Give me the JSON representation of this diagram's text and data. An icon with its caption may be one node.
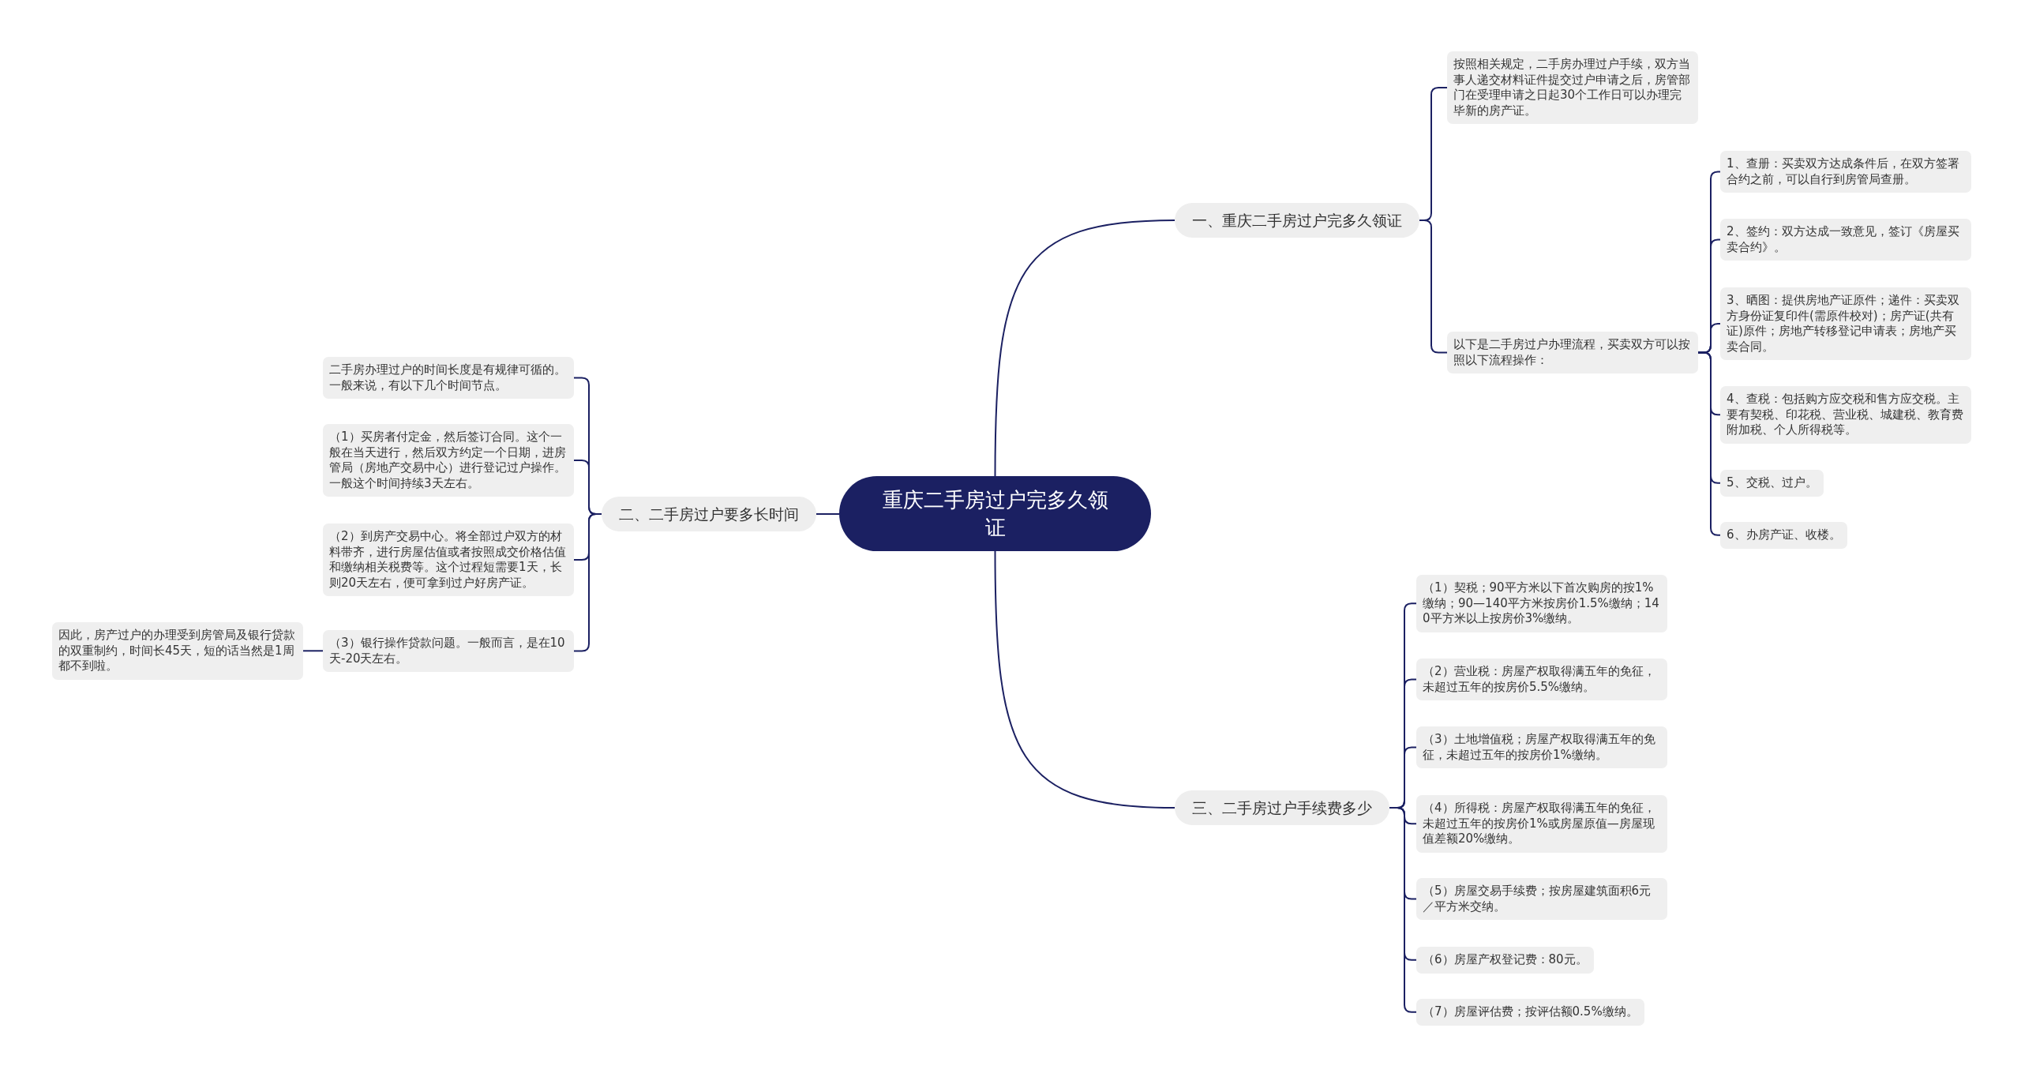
{
  "diagram": {
    "nodes": [
      {
        "text": [
          "重庆二手房过户完多久领证"
        ]
      },
      {
        "text": [
          "一、重庆二手房过户完多久领证"
        ]
      },
      {
        "text": [
          "按照相关规定，二手房办理过户手续，双方当事人递交材料证件提交过户申请之后，房管部门在受理申请之日起30个工作日可以办理完毕新的房产证。"
        ]
      },
      {
        "text": [
          "以下是二手房过户办理流程，买卖双方可以按照以下流程操作："
        ]
      },
      {
        "text": [
          "1、查册：买卖双方达成条件后，在双方签署合约之前，可以自行到房管局查册。"
        ]
      },
      {
        "text": [
          "2、签约：双方达成一致意见，签订《房屋买卖合约》。"
        ]
      },
      {
        "text": [
          "3、晒图：提供房地产证原件；递件：买卖双方身份证复印件(需原件校对)；房产证(共有证)原件；房地产转移登记申请表；房地产买卖合同。"
        ]
      },
      {
        "text": [
          "4、查税：包括购方应交税和售方应交税。主要有契税、印花税、营业税、城建税、教育费附加税、个人所得税等。"
        ]
      },
      {
        "text": [
          "5、交税、过户。"
        ]
      },
      {
        "text": [
          "6、办房产证、收楼。"
        ]
      },
      {
        "text": [
          "二、二手房过户要多长时间"
        ]
      },
      {
        "text": [
          "二手房办理过户的时间长度是有规律可循的。一般来说，有以下几个时间节点。"
        ]
      },
      {
        "text": [
          "（1）买房者付定金，然后签订合同。这个一般在当天进行，然后双方约定一个日期，进房管局（房地产交易中心）进行登记过户操作。一般这个时间持续3天左右。"
        ]
      },
      {
        "text": [
          "（2）到房产交易中心。将全部过户双方的材料带齐，进行房屋估值或者按照成交价格估值和缴纳相关税费等。这个过程短需要1天，长则20天左右，便可拿到过户好房产证。"
        ]
      },
      {
        "text": [
          "（3）银行操作贷款问题。一般而言，是在10天-20天左右。"
        ]
      },
      {
        "text": [
          "因此，房产过户的办理受到房管局及银行贷款的双重制约，时间长45天，短的话当然是1周都不到啦。"
        ]
      },
      {
        "text": [
          "三、二手房过户手续费多少"
        ]
      },
      {
        "text": [
          "（1）契税；90平方米以下首次购房的按1%缴纳；90—140平方米按房价1.5%缴纳；140平方米以上按房价3%缴纳。"
        ]
      },
      {
        "text": [
          "（2）营业税：房屋产权取得满五年的免征，未超过五年的按房价5.5%缴纳。"
        ]
      },
      {
        "text": [
          "（3）土地增值税；房屋产权取得满五年的免征，未超过五年的按房价1%缴纳。"
        ]
      },
      {
        "text": [
          "（4）所得税：房屋产权取得满五年的免征，未超过五年的按房价1%或房屋原值—房屋现值差额20%缴纳。"
        ]
      },
      {
        "text": [
          "（5）房屋交易手续费；按房屋建筑面积6元／平方米交纳。"
        ]
      },
      {
        "text": [
          "（6）房屋产权登记费：80元。"
        ]
      },
      {
        "text": [
          "（7）房屋评估费；按评估额0.5%缴纳。"
        ]
      }
    ],
    "edges": [
      {
        "from": 0,
        "to": 1,
        "arrow": "none"
      },
      {
        "from": 1,
        "to": 2,
        "arrow": "none"
      },
      {
        "from": 1,
        "to": 3,
        "arrow": "none"
      },
      {
        "from": 3,
        "to": 4,
        "arrow": "none"
      },
      {
        "from": 3,
        "to": 5,
        "arrow": "none"
      },
      {
        "from": 3,
        "to": 6,
        "arrow": "none"
      },
      {
        "from": 3,
        "to": 7,
        "arrow": "none"
      },
      {
        "from": 3,
        "to": 8,
        "arrow": "none"
      },
      {
        "from": 3,
        "to": 9,
        "arrow": "none"
      },
      {
        "from": 0,
        "to": 10,
        "arrow": "none"
      },
      {
        "from": 10,
        "to": 11,
        "arrow": "none"
      },
      {
        "from": 10,
        "to": 12,
        "arrow": "none"
      },
      {
        "from": 10,
        "to": 13,
        "arrow": "none"
      },
      {
        "from": 10,
        "to": 14,
        "arrow": "none"
      },
      {
        "from": 14,
        "to": 15,
        "arrow": "none"
      },
      {
        "from": 0,
        "to": 16,
        "arrow": "none"
      },
      {
        "from": 16,
        "to": 17,
        "arrow": "none"
      },
      {
        "from": 16,
        "to": 18,
        "arrow": "none"
      },
      {
        "from": 16,
        "to": 19,
        "arrow": "none"
      },
      {
        "from": 16,
        "to": 20,
        "arrow": "none"
      },
      {
        "from": 16,
        "to": 21,
        "arrow": "none"
      },
      {
        "from": 16,
        "to": 22,
        "arrow": "none"
      },
      {
        "from": 16,
        "to": 23,
        "arrow": "none"
      }
    ]
  }
}
